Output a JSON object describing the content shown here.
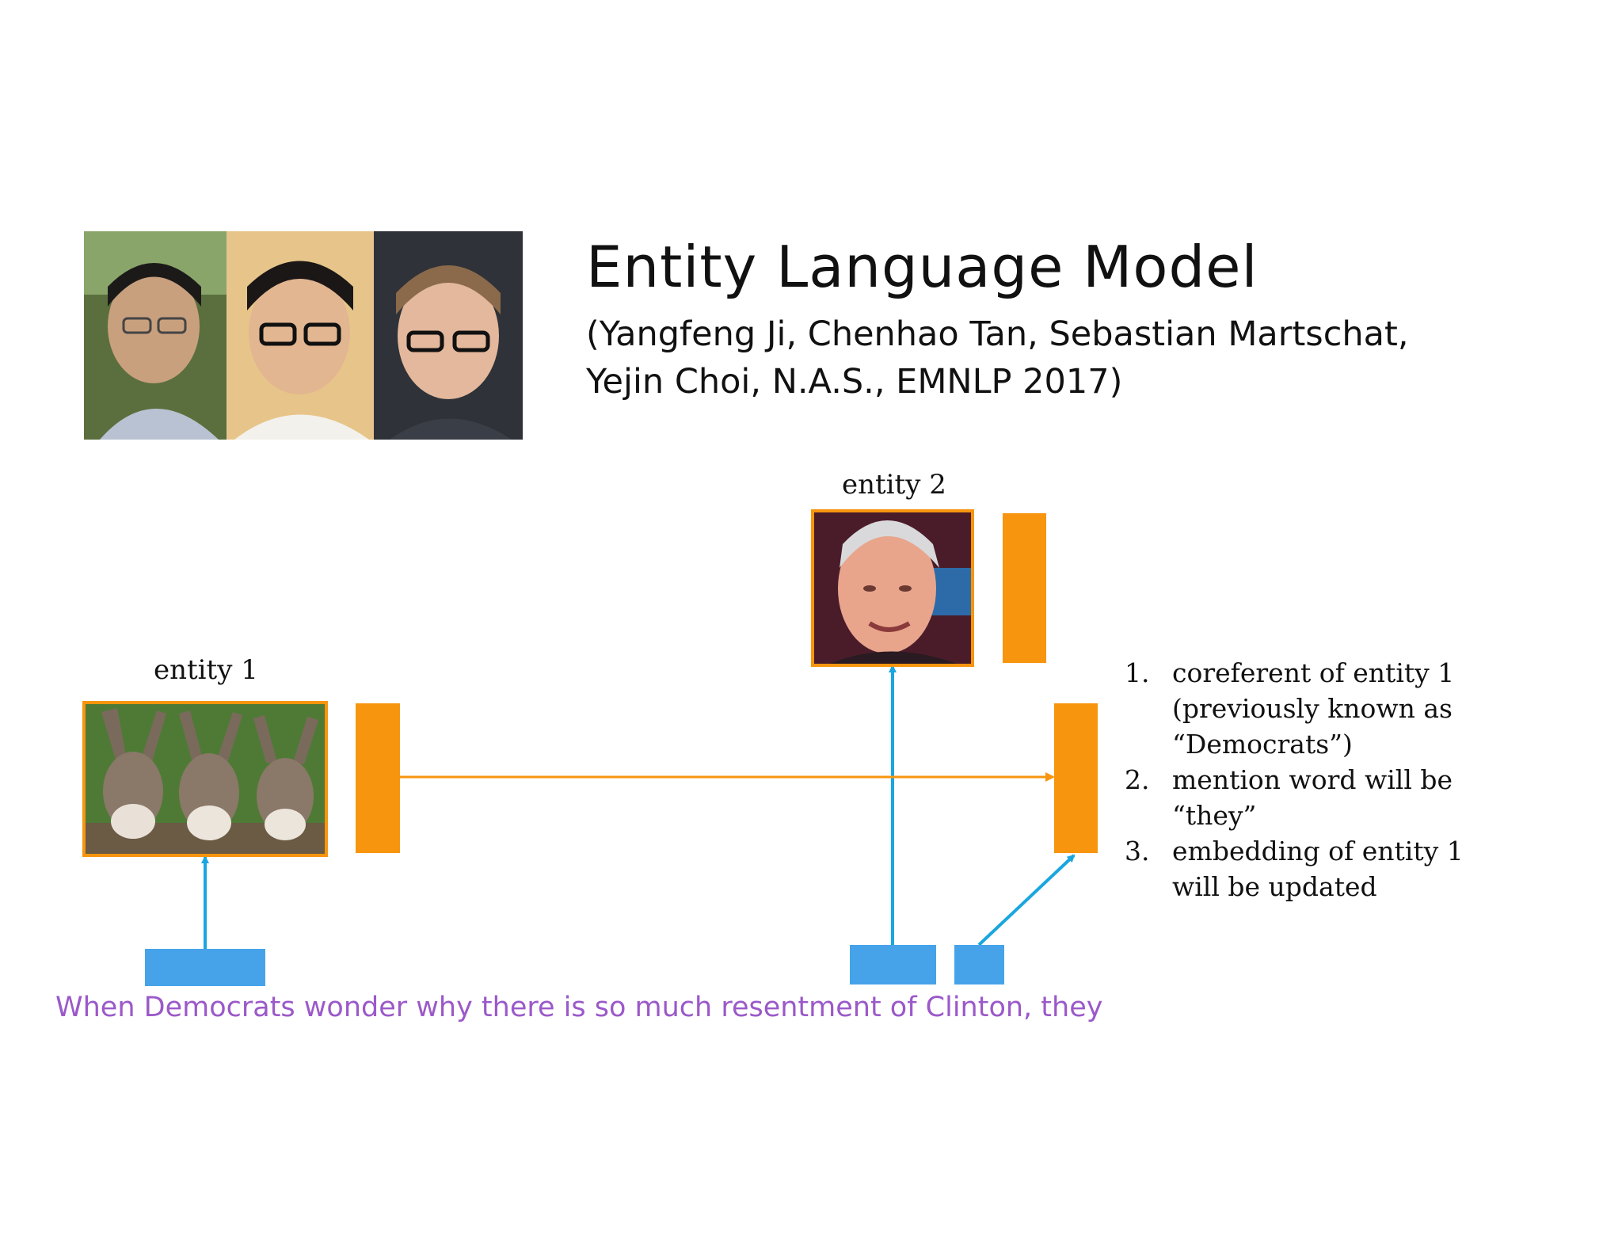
{
  "title": "Entity Language Model",
  "authors_line1": "(Yangfeng Ji, Chenhao Tan, Sebastian Martschat,",
  "authors_line2": "Yejin Choi, N.A.S., EMNLP 2017)",
  "entity1_label": "entity 1",
  "entity2_label": "entity 2",
  "sentence": "When Democrats wonder why there is so much resentment of Clinton, they",
  "steps": [
    {
      "num": "1.",
      "lines": [
        "coreferent  of entity 1",
        "(previously  known as",
        "“Democrats”)"
      ]
    },
    {
      "num": "2.",
      "lines": [
        "mention  word  will be",
        "“they”"
      ]
    },
    {
      "num": "3.",
      "lines": [
        "embedding  of entity  1",
        "will be updated"
      ]
    }
  ],
  "colors": {
    "orange": "#f7950e",
    "blue": "#46a3ea",
    "arrow_blue": "#1aa6df",
    "purple": "#9b59c9"
  }
}
